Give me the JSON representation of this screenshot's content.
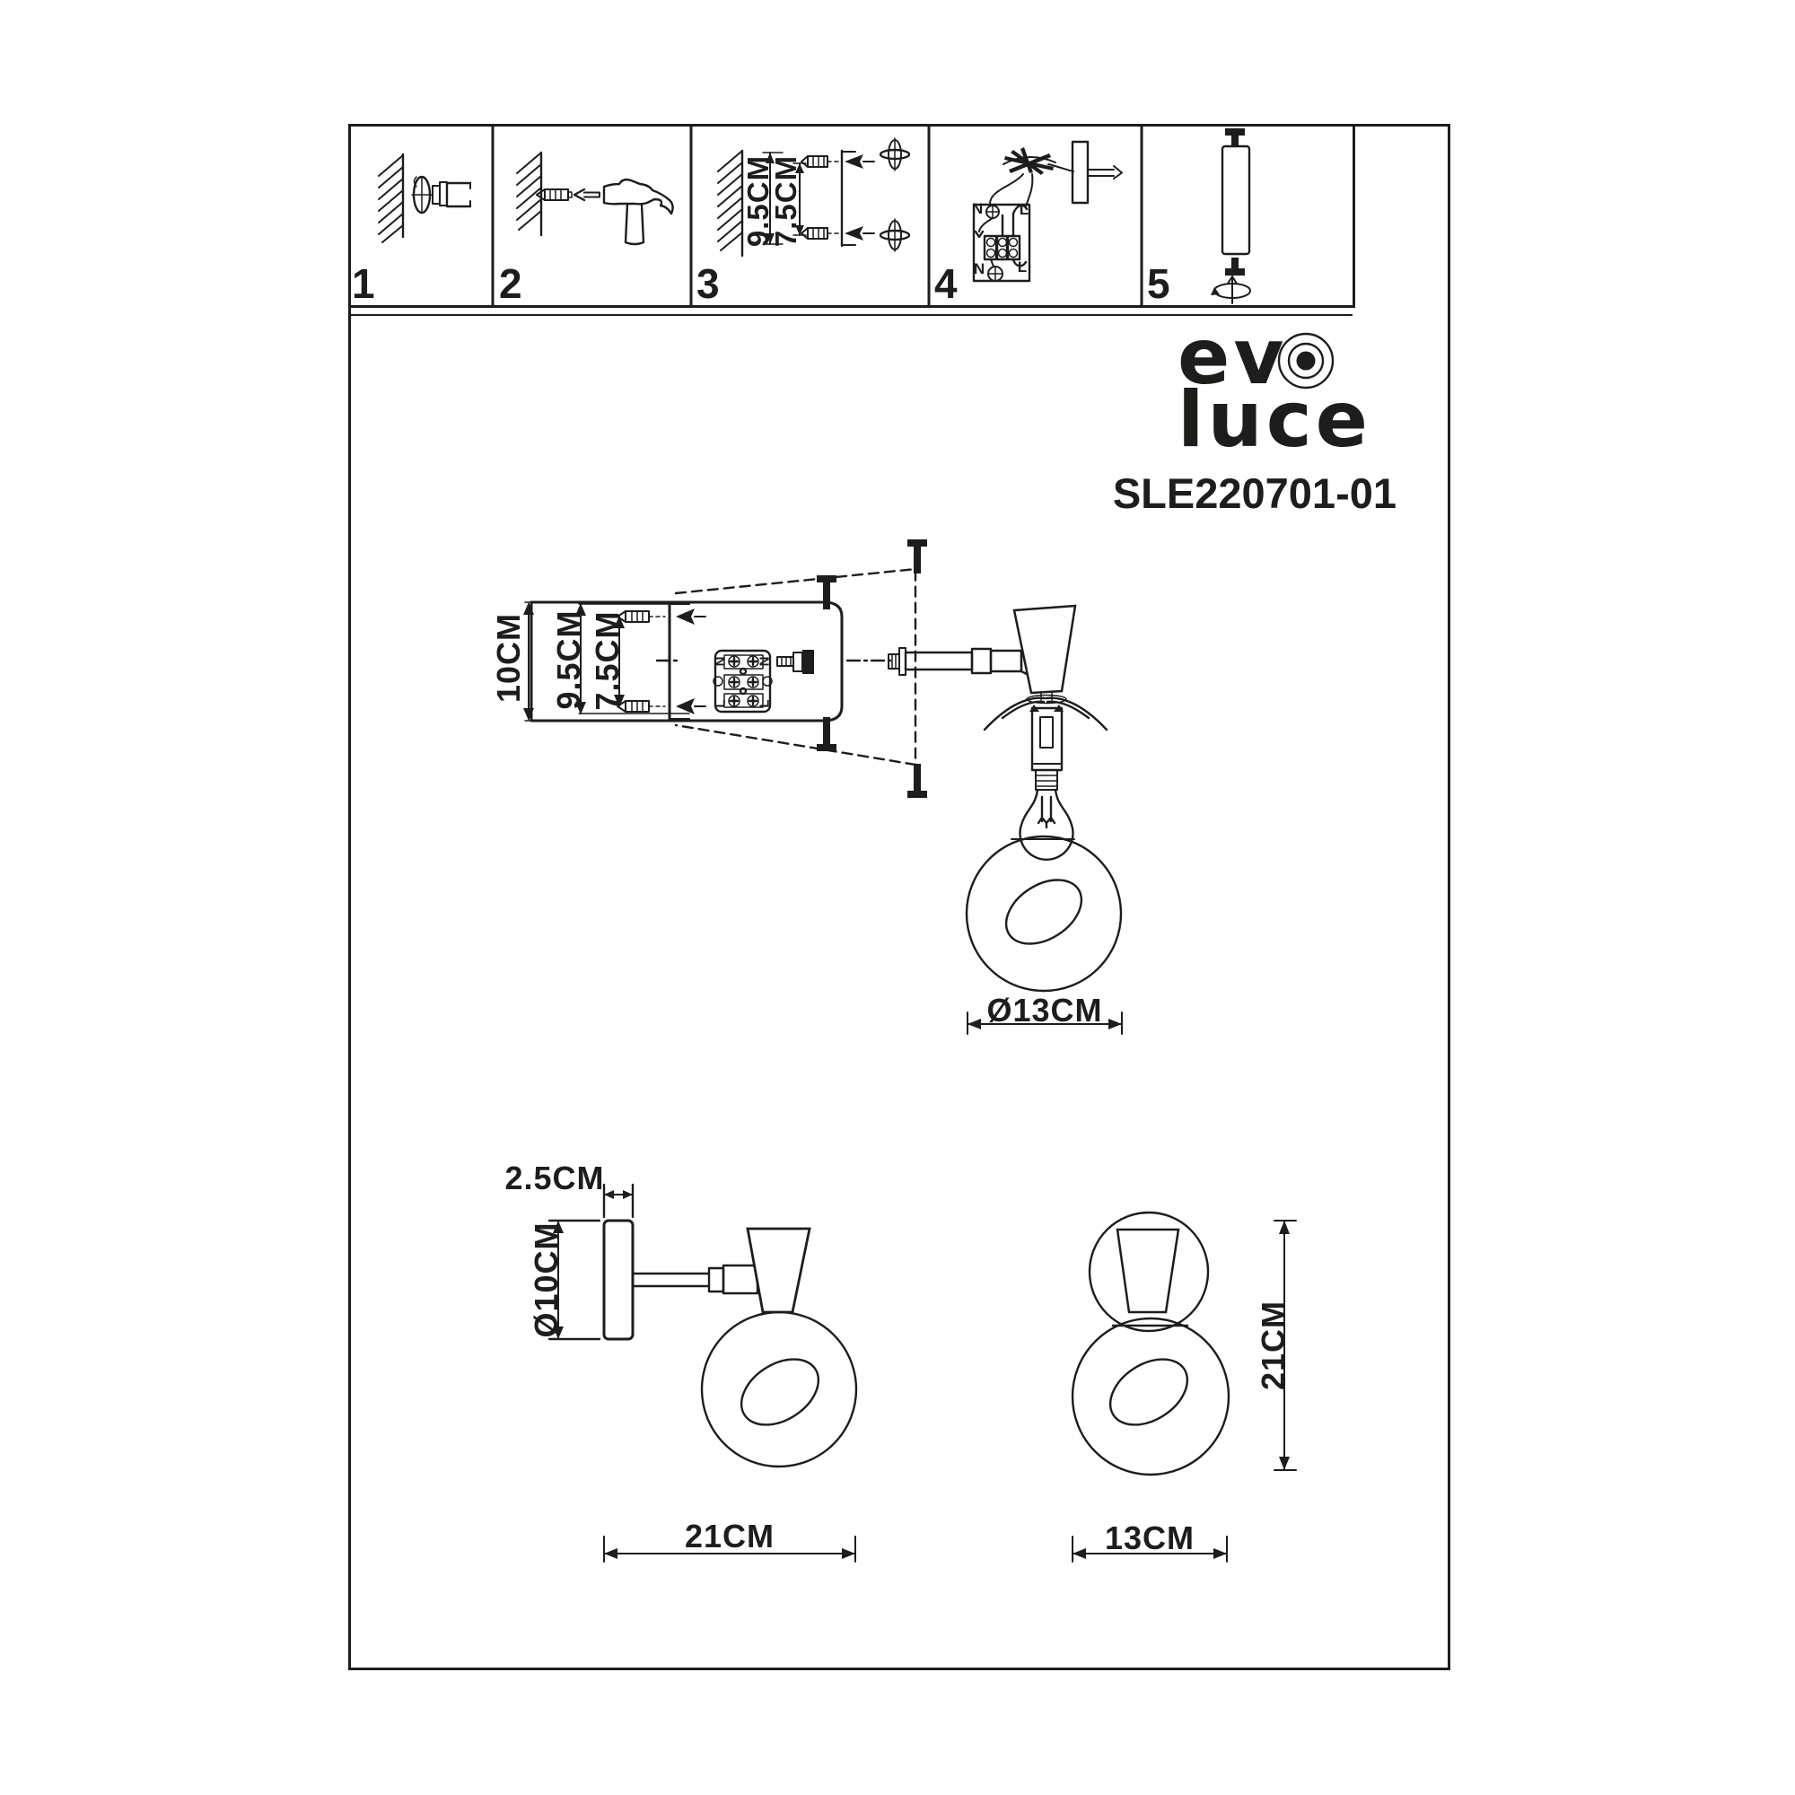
{
  "brand": {
    "word1": "ev",
    "word2": "luce",
    "model": "SLE220701-01"
  },
  "steps": [
    {
      "num": "1"
    },
    {
      "num": "2"
    },
    {
      "num": "3"
    },
    {
      "num": "4"
    },
    {
      "num": "5"
    }
  ],
  "step3_dims": {
    "hole_spacing": "9.5CM",
    "screw_spacing": "7.5CM"
  },
  "exploded_dims": {
    "plate_height": "10CM",
    "hole_spacing": "9.5CM",
    "screw_spacing": "7.5CM",
    "shade_diameter": "Ø13CM"
  },
  "side_view_dims": {
    "plate_depth": "2.5CM",
    "plate_diameter": "Ø10CM",
    "total_depth": "21CM"
  },
  "front_view_dims": {
    "total_height": "21CM",
    "shade_width": "13CM"
  },
  "wiring": {
    "neutral": "N",
    "live": "L"
  },
  "colors": {
    "ink": "#1d1d1b",
    "paper": "#ffffff"
  }
}
